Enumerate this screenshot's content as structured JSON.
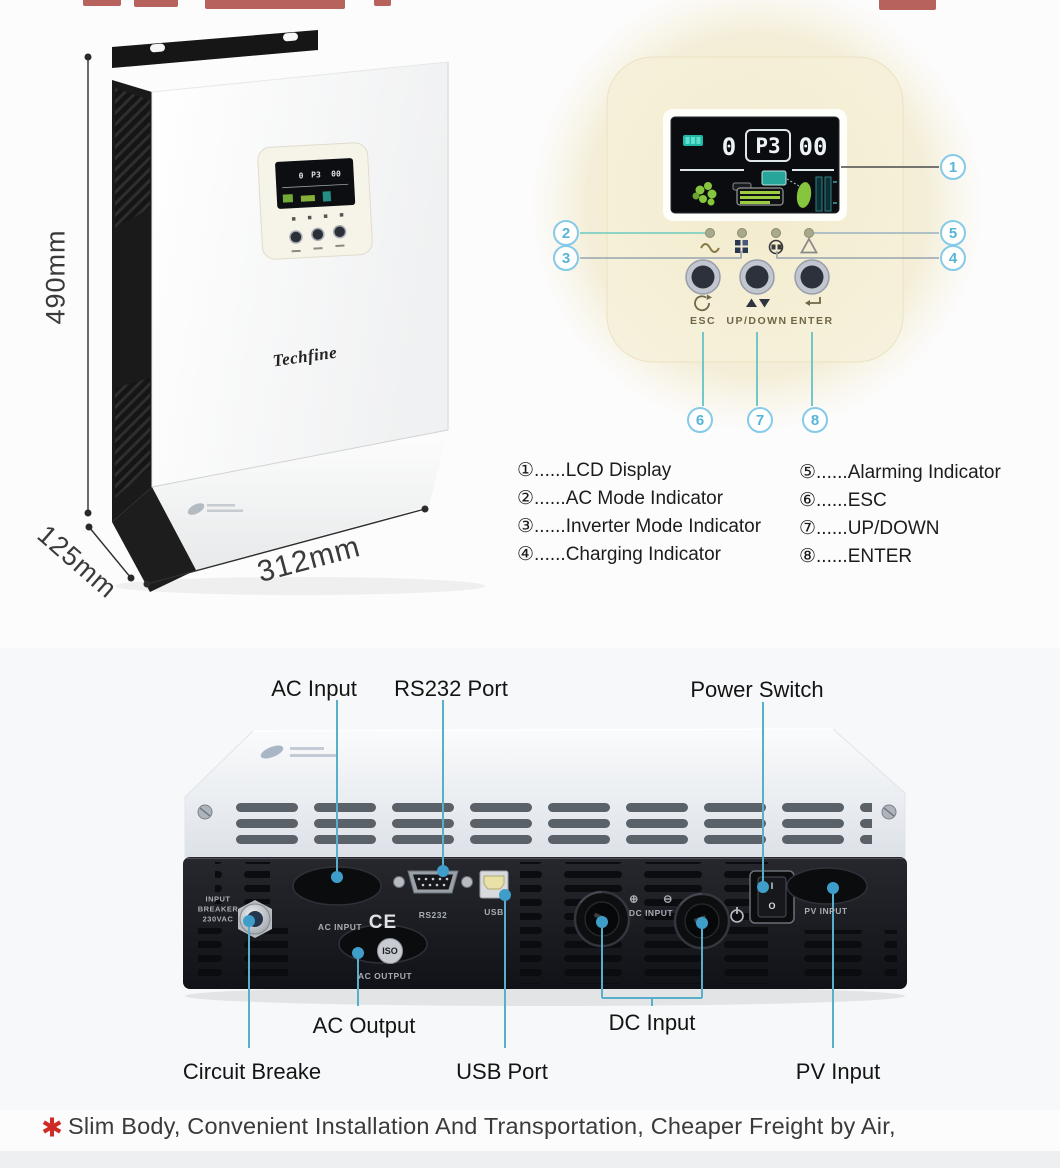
{
  "product": {
    "brand": "Techfine"
  },
  "dimensions": {
    "height": "490mm",
    "depth": "125mm",
    "width": "312mm"
  },
  "control_panel": {
    "lcd": {
      "left_value": "0",
      "mode_value": "P3",
      "right_value": "00"
    },
    "keys": {
      "esc": "ESC",
      "updown": "UP/DOWN",
      "enter": "ENTER"
    },
    "callouts": {
      "c1": "1",
      "c2": "2",
      "c3": "3",
      "c4": "4",
      "c5": "5",
      "c6": "6",
      "c7": "7",
      "c8": "8"
    }
  },
  "legend": {
    "left": [
      "①......LCD Display",
      "②......AC Mode Indicator",
      "③......Inverter Mode Indicator",
      "④......Charging Indicator"
    ],
    "right": [
      "⑤......Alarming Indicator",
      "⑥......ESC",
      "⑦......UP/DOWN",
      "⑧......ENTER"
    ]
  },
  "rear": {
    "top_labels": {
      "ac_input": "AC Input",
      "rs232": "RS232 Port",
      "power_switch": "Power Switch"
    },
    "bottom_labels": {
      "circuit_breaker": "Circuit Breake",
      "ac_output": "AC Output",
      "usb": "USB Port",
      "dc_input": "DC Input",
      "pv_input": "PV Input"
    },
    "panel_text": {
      "breaker_line1": "INPUT",
      "breaker_line2": "BREAKER",
      "breaker_line3": "230VAC",
      "ac_input": "AC INPUT",
      "ac_output": "AC OUTPUT",
      "rs232": "RS232",
      "usb": "USB",
      "dc_plus": "⊕",
      "dc_minus": "⊖",
      "dc_input": "DC INPUT",
      "pv_input": "PV INPUT",
      "ce": "CE",
      "iso": "ISO",
      "switch_on": "I",
      "switch_off": "O"
    }
  },
  "footer": {
    "star": "✱",
    "text": "Slim Body, Convenient Installation And Transportation, Cheaper Freight by Air,"
  },
  "colors": {
    "callout_blue": "#55b5da",
    "line_teal": "#63c2c6",
    "line_blue": "#58aecb",
    "accent_red": "#cf2b26",
    "lcd_green": "#86c53e",
    "lcd_teal": "#27a59b"
  }
}
